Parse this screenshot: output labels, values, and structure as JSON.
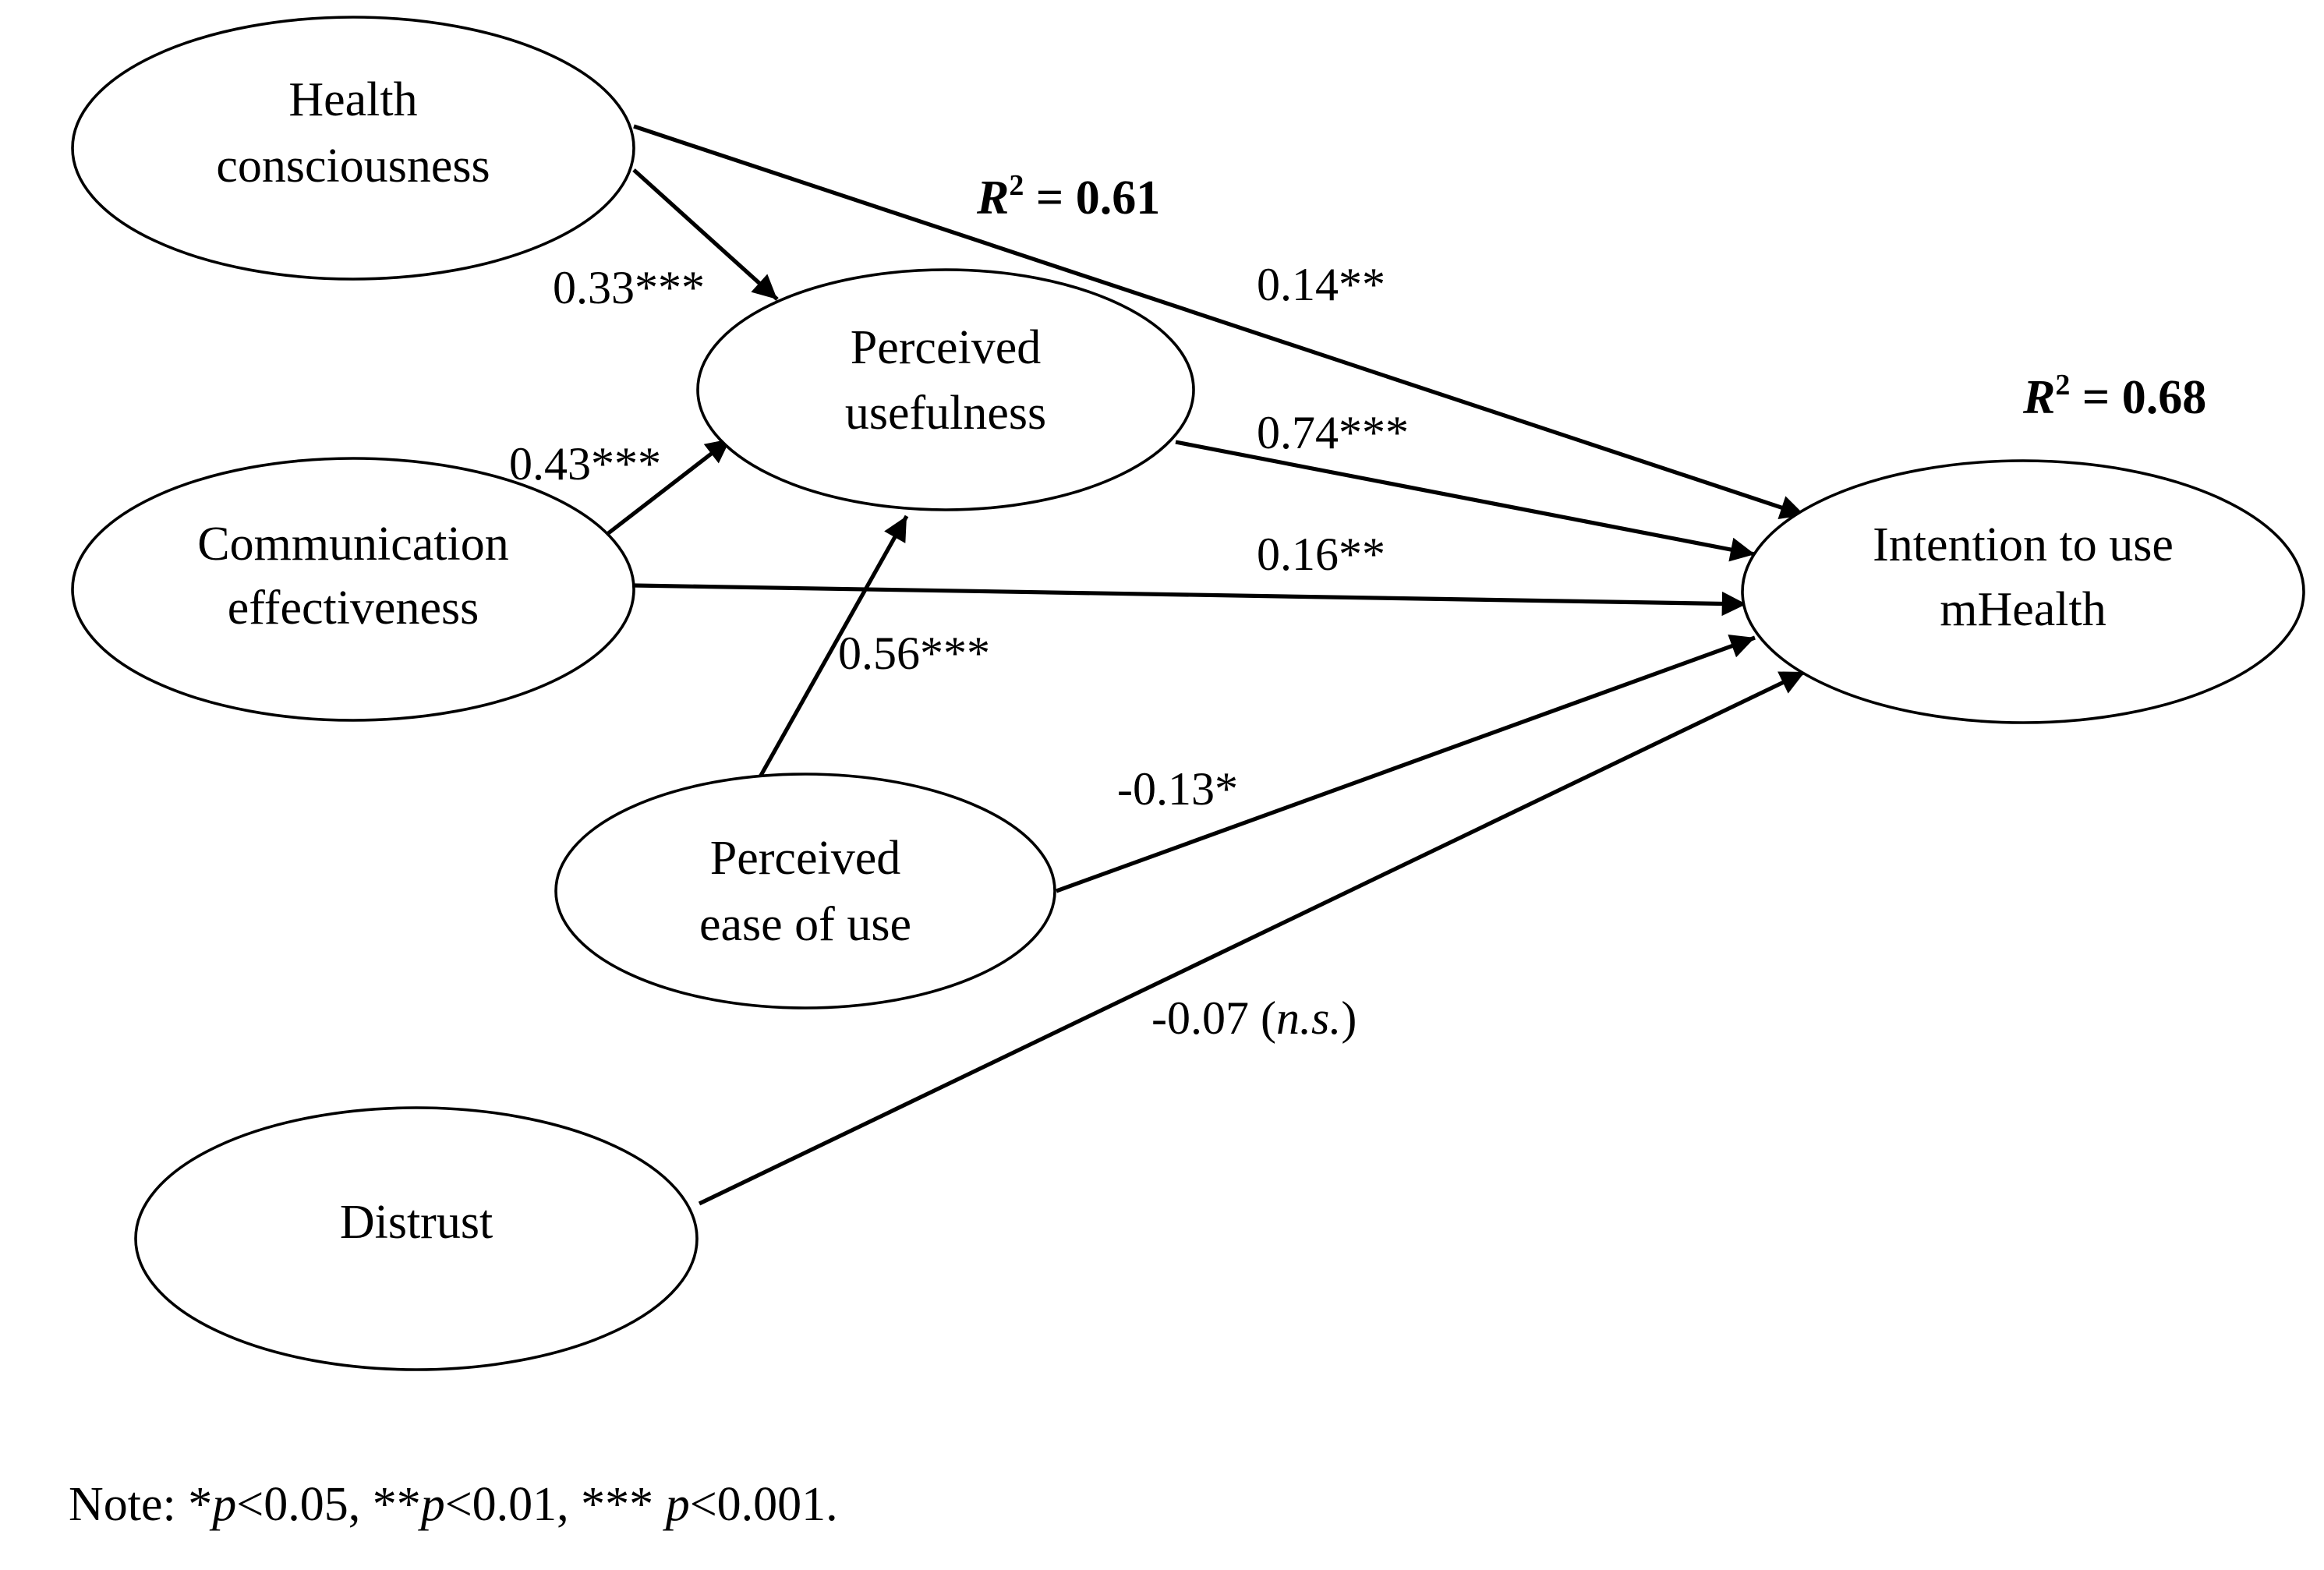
{
  "nodes": {
    "health": {
      "lines": [
        "Health",
        "consciousness"
      ]
    },
    "usefulness": {
      "lines": [
        "Perceived",
        "usefulness"
      ]
    },
    "communication": {
      "lines": [
        "Communication",
        "effectiveness"
      ]
    },
    "ease": {
      "lines": [
        "Perceived",
        "ease of use"
      ]
    },
    "distrust": {
      "lines": [
        "Distrust"
      ]
    },
    "intention": {
      "lines": [
        "Intention to use",
        "mHealth"
      ]
    }
  },
  "paths": {
    "hc_pu": "0.33***",
    "ce_pu": "0.43***",
    "peou_pu": "0.56***",
    "hc_int": "0.14**",
    "pu_int": "0.74***",
    "ce_int": "0.16**",
    "peou_int": "-0.13*",
    "dis_int_value": "-0.07 (",
    "dis_int_ns": "n.s.",
    "dis_int_close": ")"
  },
  "r_squared": {
    "usefulness": {
      "symbol": "R",
      "sup": "2",
      "value": " = 0.61"
    },
    "intention": {
      "symbol": "R",
      "sup": "2",
      "value": " = 0.68"
    }
  },
  "note": {
    "prefix": "Note: *",
    "p1": "p",
    "t1": "<0.05, **",
    "p2": "p",
    "t2": "<0.01, *** ",
    "p3": "p",
    "t3": "<0.001."
  }
}
